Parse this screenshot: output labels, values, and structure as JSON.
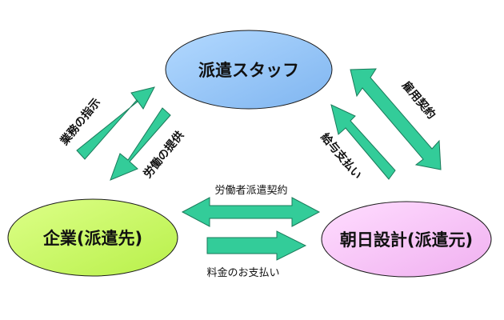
{
  "nodes": {
    "staff": {
      "label": "派遣スタッフ",
      "color": "#99ccff"
    },
    "company": {
      "label": "企業(派遣先)",
      "color": "#ccff66"
    },
    "asahi": {
      "label": "朝日設計(派遣元)",
      "color": "#ffccff"
    }
  },
  "arrows": {
    "color": "#33cc99",
    "work_instructions": "業務の指示",
    "labor_provision": "労働の提供",
    "employment_contract": "雇用契約",
    "salary_payment": "給与支払い",
    "dispatch_contract": "労働者派遣契約",
    "fee_payment": "料金のお支払い"
  }
}
